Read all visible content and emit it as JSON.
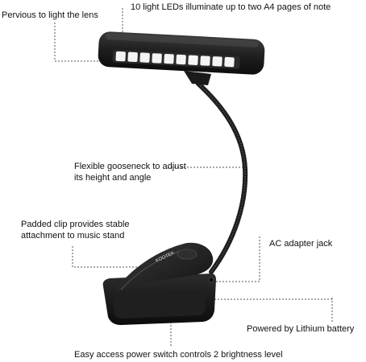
{
  "product": {
    "brand_text": "KOOTEK"
  },
  "callouts": {
    "lens": "Pervious to light the lens",
    "leds": "10 light LEDs illuminate up to two A4 pages of note",
    "gooseneck": [
      "Flexible gooseneck to adjust",
      "its height and angle"
    ],
    "clip": [
      "Padded clip provides stable",
      "attachment to music stand"
    ],
    "adapter": "AC adapter jack",
    "battery": "Powered by Lithium battery",
    "switch": "Easy access power switch controls 2 brightness level"
  },
  "colors": {
    "lamp_body": "#1c1c1c",
    "led": "#f4f4f4",
    "leader_line": "#555555",
    "text": "#111111"
  }
}
